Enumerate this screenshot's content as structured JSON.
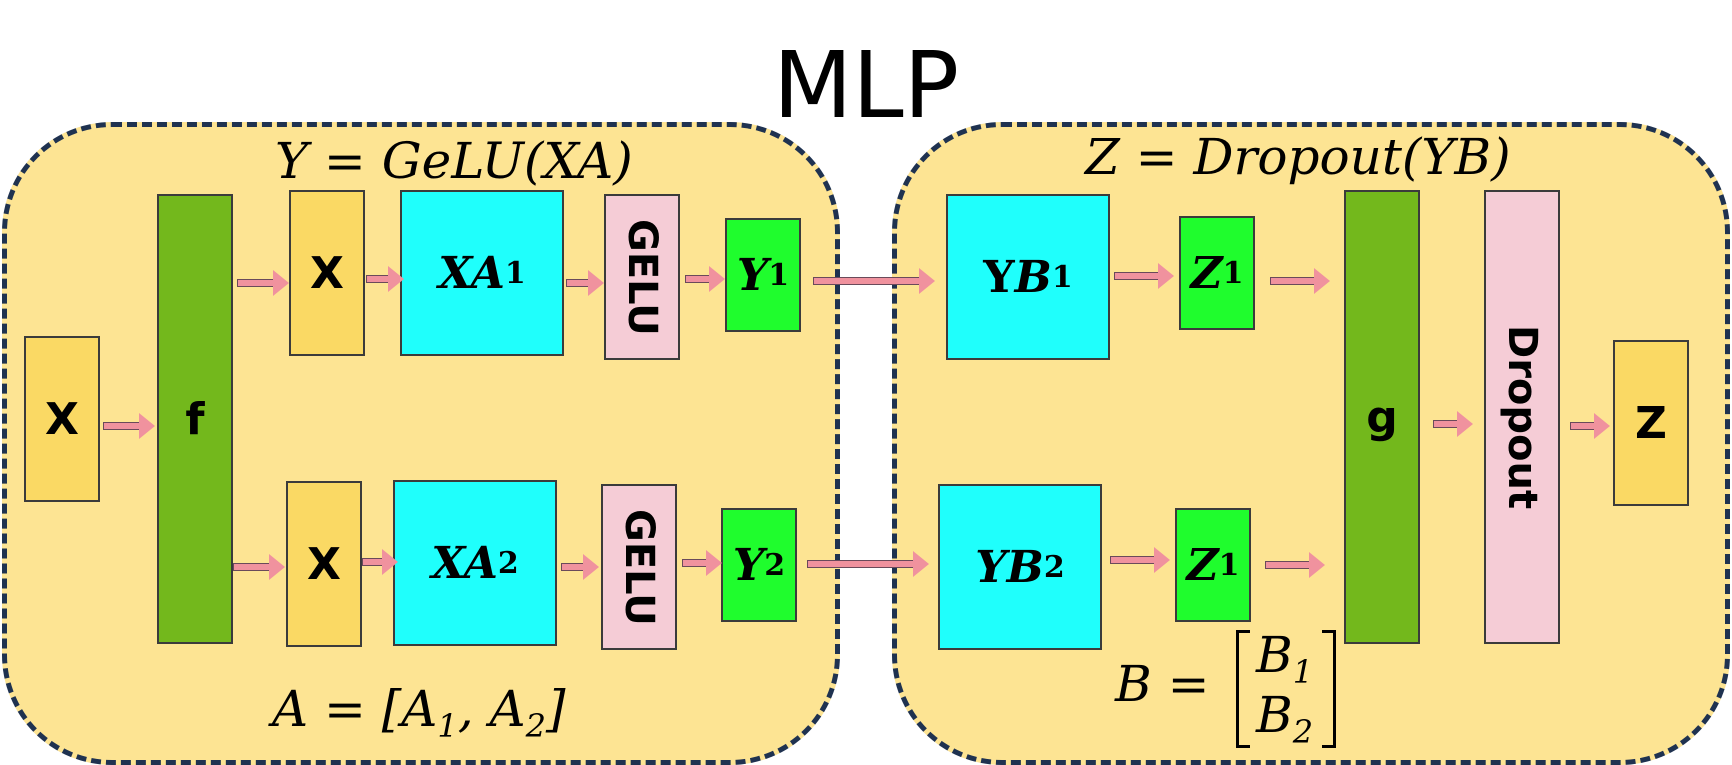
{
  "title": "MLP",
  "left_panel": {
    "top_equation": "Y = GeLU(XA)",
    "bottom_equation": {
      "lhs": "A = [A",
      "s1": "1",
      "mid": ", A",
      "s2": "2",
      "end": "]"
    },
    "input_label": "X",
    "split_label": "f",
    "branches": [
      {
        "x_label": "X",
        "matmul": {
          "base": "XA",
          "sub": "1"
        },
        "act": "GELU",
        "out": {
          "base": "Y",
          "sub": "1"
        }
      },
      {
        "x_label": "X",
        "matmul": {
          "base": "XA",
          "sub": "2"
        },
        "act": "GELU",
        "out": {
          "base": "Y",
          "sub": "2"
        }
      }
    ]
  },
  "right_panel": {
    "top_equation": "Z = Dropout(YB)",
    "bottom_equation": {
      "lhs": "B =",
      "r1": "B",
      "r1s": "1",
      "r2": "B",
      "r2s": "2"
    },
    "branches": [
      {
        "matmul": {
          "base1": "Y",
          "base2": "B",
          "sub": "1"
        },
        "out": {
          "base": "Z",
          "sub": "1"
        }
      },
      {
        "matmul": {
          "base1": "YB",
          "base2": "",
          "sub": "2"
        },
        "out": {
          "base": "Z",
          "sub": "1"
        }
      }
    ],
    "combine_label": "g",
    "dropout_label": "Dropout",
    "output_label": "Z"
  },
  "colors": {
    "panel_fill": "#fde493",
    "panel_border": "#1f3250",
    "yellow": "#fad964",
    "green": "#73b81c",
    "cyan": "#1ffffc",
    "pink": "#f5ccd6",
    "lime": "#1ffd2d",
    "arrow": "#f0929e"
  }
}
